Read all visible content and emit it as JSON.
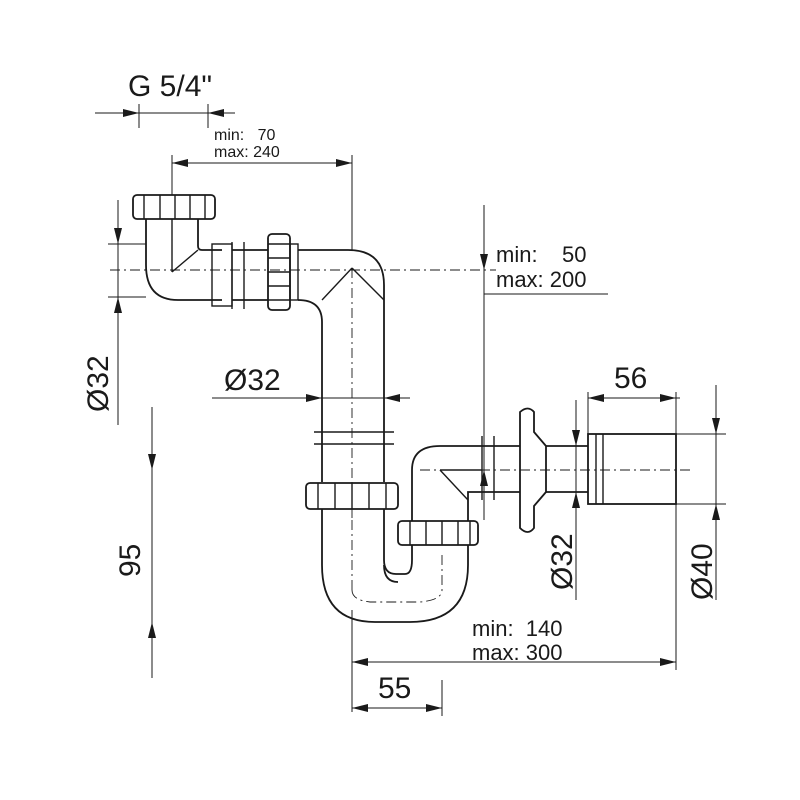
{
  "dimensions": {
    "inlet_thread": "G 5/4\"",
    "inlet_reach_min": "min:   70",
    "inlet_reach_max": "max: 240",
    "drop_min": "min:    50",
    "drop_max": "max: 200",
    "inlet_diameter": "Ø32",
    "tube_diameter": "Ø32",
    "height": "95",
    "outlet_length": "56",
    "outlet_diameter_inner": "Ø32",
    "outlet_diameter_outer": "Ø40",
    "outlet_reach_min": "min:  140",
    "outlet_reach_max": "max: 300",
    "trap_width": "55"
  }
}
